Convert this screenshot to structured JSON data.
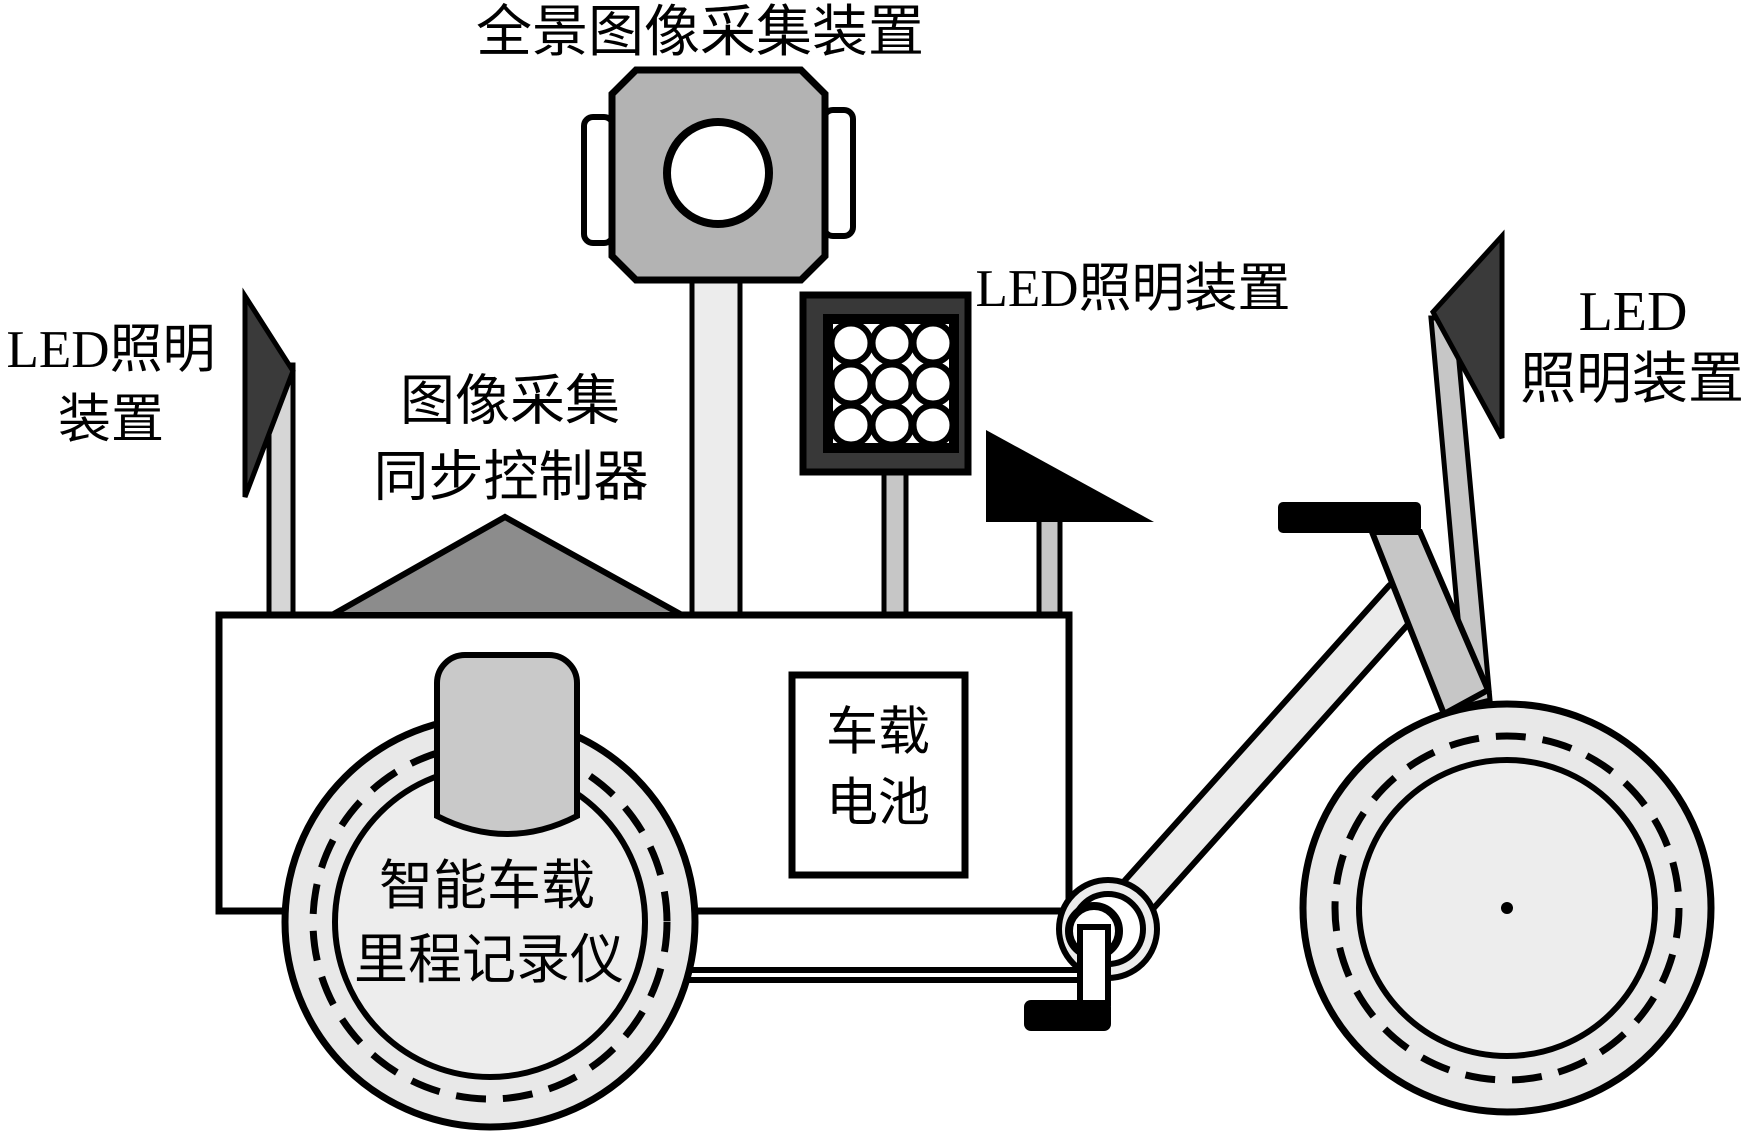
{
  "diagram": {
    "title": "全景图像采集装置",
    "labels": {
      "led_left": [
        "LED照明",
        "装置"
      ],
      "sync_ctrl": [
        "图像采集",
        "同步控制器"
      ],
      "led_mid": "LED照明装置",
      "led_right": [
        "LED",
        "照明装置"
      ],
      "battery": [
        "车载",
        "电池"
      ],
      "odometer": [
        "智能车载",
        "里程记录仪"
      ]
    },
    "colors": {
      "white": "#ffffff",
      "black": "#000000",
      "flag_dark": "#3a3a3a",
      "panel_dark": "#383838",
      "octagon": "#b3b3b3",
      "sync_tri": "#8c8c8c",
      "cylinder": "#c9c9c9",
      "pole_left": "#d6d6d6",
      "pole_light": "#ececec",
      "pole_mid": "#c6c6c6",
      "tube_light": "#ececec",
      "wheel_ring": "#e8e8e8",
      "wheel_hub": "#ededed"
    }
  }
}
